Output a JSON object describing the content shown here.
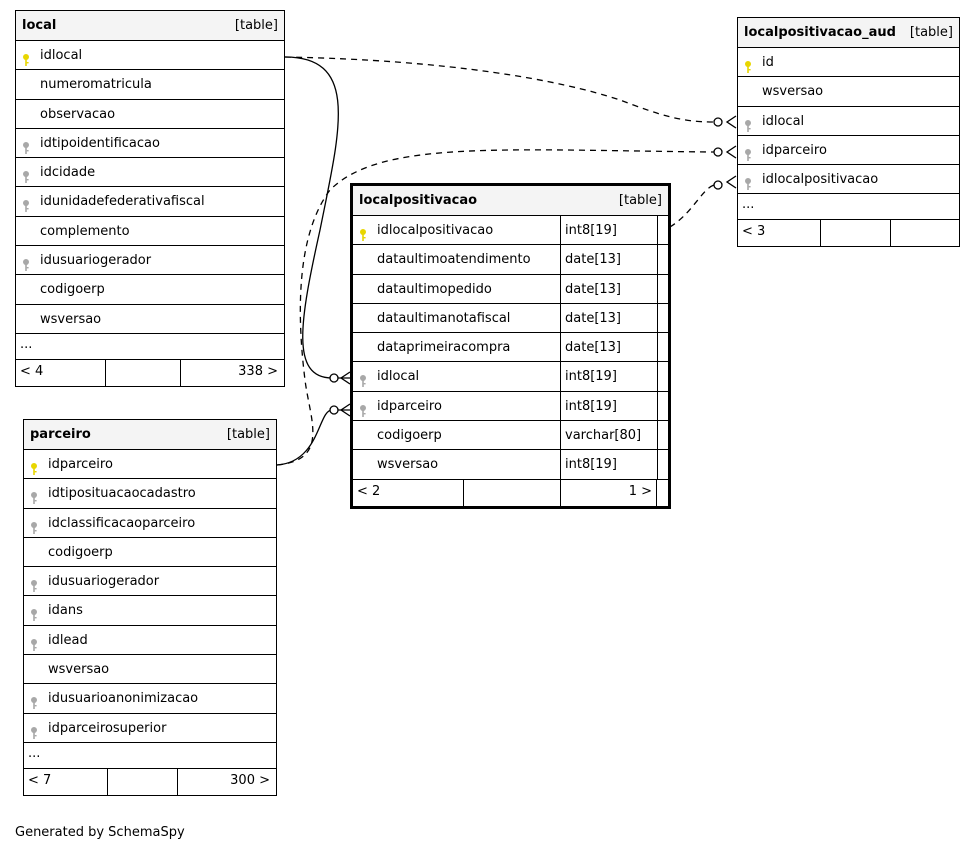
{
  "footer_text": "Generated by SchemaSpy",
  "colors": {
    "primary_key": "#e8d600",
    "foreign_key": "#a8a8a8",
    "header_bg": "#f4f4f4"
  },
  "tables": {
    "local": {
      "name": "local",
      "kind": "[table]",
      "columns": [
        {
          "name": "idlocal",
          "key": "pk"
        },
        {
          "name": "numeromatricula",
          "key": ""
        },
        {
          "name": "observacao",
          "key": ""
        },
        {
          "name": "idtipoidentificacao",
          "key": "fk"
        },
        {
          "name": "idcidade",
          "key": "fk"
        },
        {
          "name": "idunidadefederativafiscal",
          "key": "fk"
        },
        {
          "name": "complemento",
          "key": ""
        },
        {
          "name": "idusuariogerador",
          "key": "fk"
        },
        {
          "name": "codigoerp",
          "key": ""
        },
        {
          "name": "wsversao",
          "key": ""
        }
      ],
      "more": "...",
      "foot_left": "< 4",
      "foot_right": "338 >"
    },
    "parceiro": {
      "name": "parceiro",
      "kind": "[table]",
      "columns": [
        {
          "name": "idparceiro",
          "key": "pk"
        },
        {
          "name": "idtiposituacaocadastro",
          "key": "fk"
        },
        {
          "name": "idclassificacaoparceiro",
          "key": "fk"
        },
        {
          "name": "codigoerp",
          "key": ""
        },
        {
          "name": "idusuariogerador",
          "key": "fk"
        },
        {
          "name": "idans",
          "key": "fk"
        },
        {
          "name": "idlead",
          "key": "fk"
        },
        {
          "name": "wsversao",
          "key": ""
        },
        {
          "name": "idusuarioanonimizacao",
          "key": "fk"
        },
        {
          "name": "idparceirosuperior",
          "key": "fk"
        }
      ],
      "more": "...",
      "foot_left": "< 7",
      "foot_right": "300 >"
    },
    "localpositivacao": {
      "name": "localpositivacao",
      "kind": "[table]",
      "columns": [
        {
          "name": "idlocalpositivacao",
          "key": "pk",
          "type": "int8[19]"
        },
        {
          "name": "dataultimoatendimento",
          "key": "",
          "type": "date[13]"
        },
        {
          "name": "dataultimopedido",
          "key": "",
          "type": "date[13]"
        },
        {
          "name": "dataultimanotafiscal",
          "key": "",
          "type": "date[13]"
        },
        {
          "name": "dataprimeiracompra",
          "key": "",
          "type": "date[13]"
        },
        {
          "name": "idlocal",
          "key": "fk",
          "type": "int8[19]"
        },
        {
          "name": "idparceiro",
          "key": "fk",
          "type": "int8[19]"
        },
        {
          "name": "codigoerp",
          "key": "",
          "type": "varchar[80]"
        },
        {
          "name": "wsversao",
          "key": "",
          "type": "int8[19]"
        }
      ],
      "foot_left": "< 2",
      "foot_right": "1 >"
    },
    "localpositivacao_aud": {
      "name": "localpositivacao_aud",
      "kind": "[table]",
      "columns": [
        {
          "name": "id",
          "key": "pk"
        },
        {
          "name": "wsversao",
          "key": ""
        },
        {
          "name": "idlocal",
          "key": "fk"
        },
        {
          "name": "idparceiro",
          "key": "fk"
        },
        {
          "name": "idlocalpositivacao",
          "key": "fk"
        }
      ],
      "more": "...",
      "foot_left": "< 3",
      "foot_right": ""
    }
  }
}
